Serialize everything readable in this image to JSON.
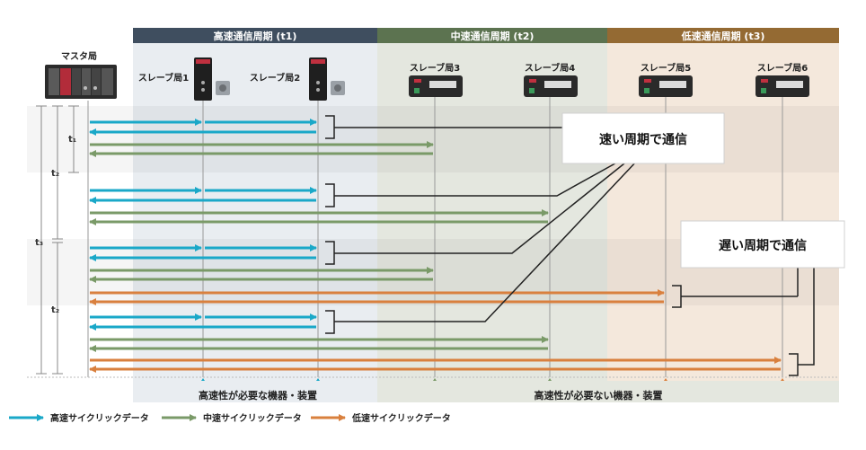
{
  "zones": {
    "high": {
      "label": "高速通信周期 (t1)",
      "color": "#3f4e5f"
    },
    "mid": {
      "label": "中速通信周期 (t2)",
      "color": "#5c7350"
    },
    "low": {
      "label": "低速通信周期 (t3)",
      "color": "#946a33"
    }
  },
  "stations": {
    "master": "マスタ局",
    "slave1": "スレーブ局1",
    "slave2": "スレーブ局2",
    "slave3": "スレーブ局3",
    "slave4": "スレーブ局4",
    "slave5": "スレーブ局5",
    "slave6": "スレーブ局6"
  },
  "timing": {
    "t1": "t₁",
    "t2": "t₂",
    "t3": "t₃"
  },
  "callouts": {
    "fast": "速い周期で通信",
    "slow": "遅い周期で通信"
  },
  "bottom": {
    "left": "高速性が必要な機器・装置",
    "right": "高速性が必要ない機器・装置"
  },
  "legend": {
    "high": "高速サイクリックデータ",
    "mid": "中速サイクリックデータ",
    "low": "低速サイクリックデータ"
  },
  "colors": {
    "high": "#1aa8c8",
    "mid": "#7a9a68",
    "low": "#d9803e",
    "timeline": "#888888"
  }
}
